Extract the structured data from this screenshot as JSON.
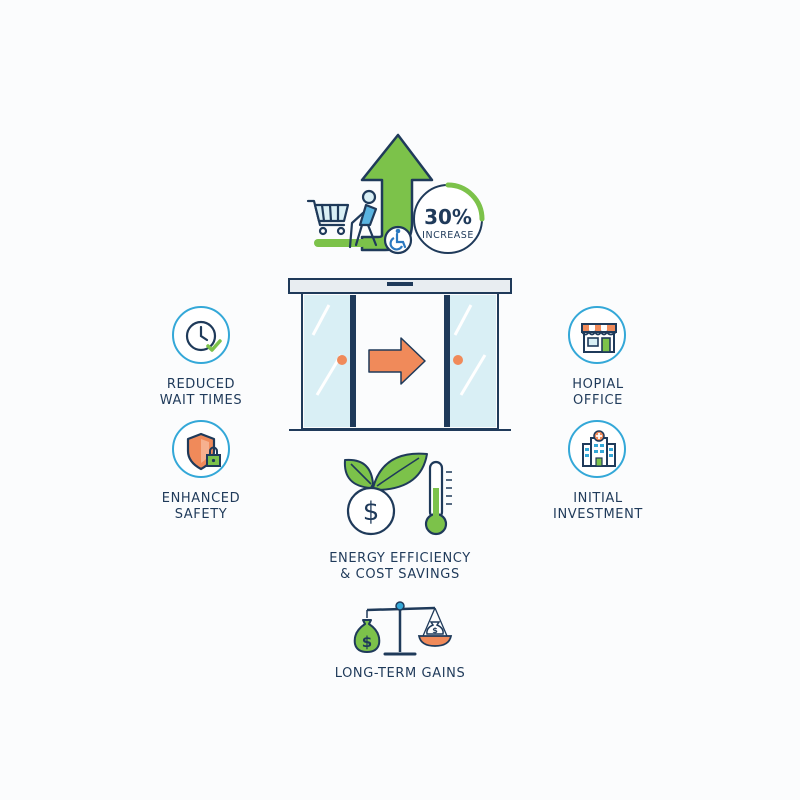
{
  "growth": {
    "percent": "30%",
    "label": "INCREASE",
    "progress": 0.3
  },
  "left_items": [
    {
      "label_line1": "REDUCED",
      "label_line2": "WAIT TIMES",
      "icon": "clock-check-icon"
    },
    {
      "label_line1": "ENHANCED",
      "label_line2": "SAFETY",
      "icon": "shield-lock-icon"
    }
  ],
  "right_items": [
    {
      "label_line1": "HOPIAL",
      "label_line2": "OFFICE",
      "icon": "storefront-icon"
    },
    {
      "label_line1": "INITIAL",
      "label_line2": "INVESTMENT",
      "icon": "hospital-building-icon"
    }
  ],
  "energy": {
    "label_line1": "ENERGY EFFICIENCY",
    "label_line2": "& COST SAVINGS"
  },
  "gains": {
    "label": "LONG-TERM GAINS"
  },
  "colors": {
    "navy": "#1f3a5a",
    "green": "#7cc24a",
    "blue": "#34a8d8",
    "orange": "#f08a5a",
    "glass": "#d9eff5"
  }
}
